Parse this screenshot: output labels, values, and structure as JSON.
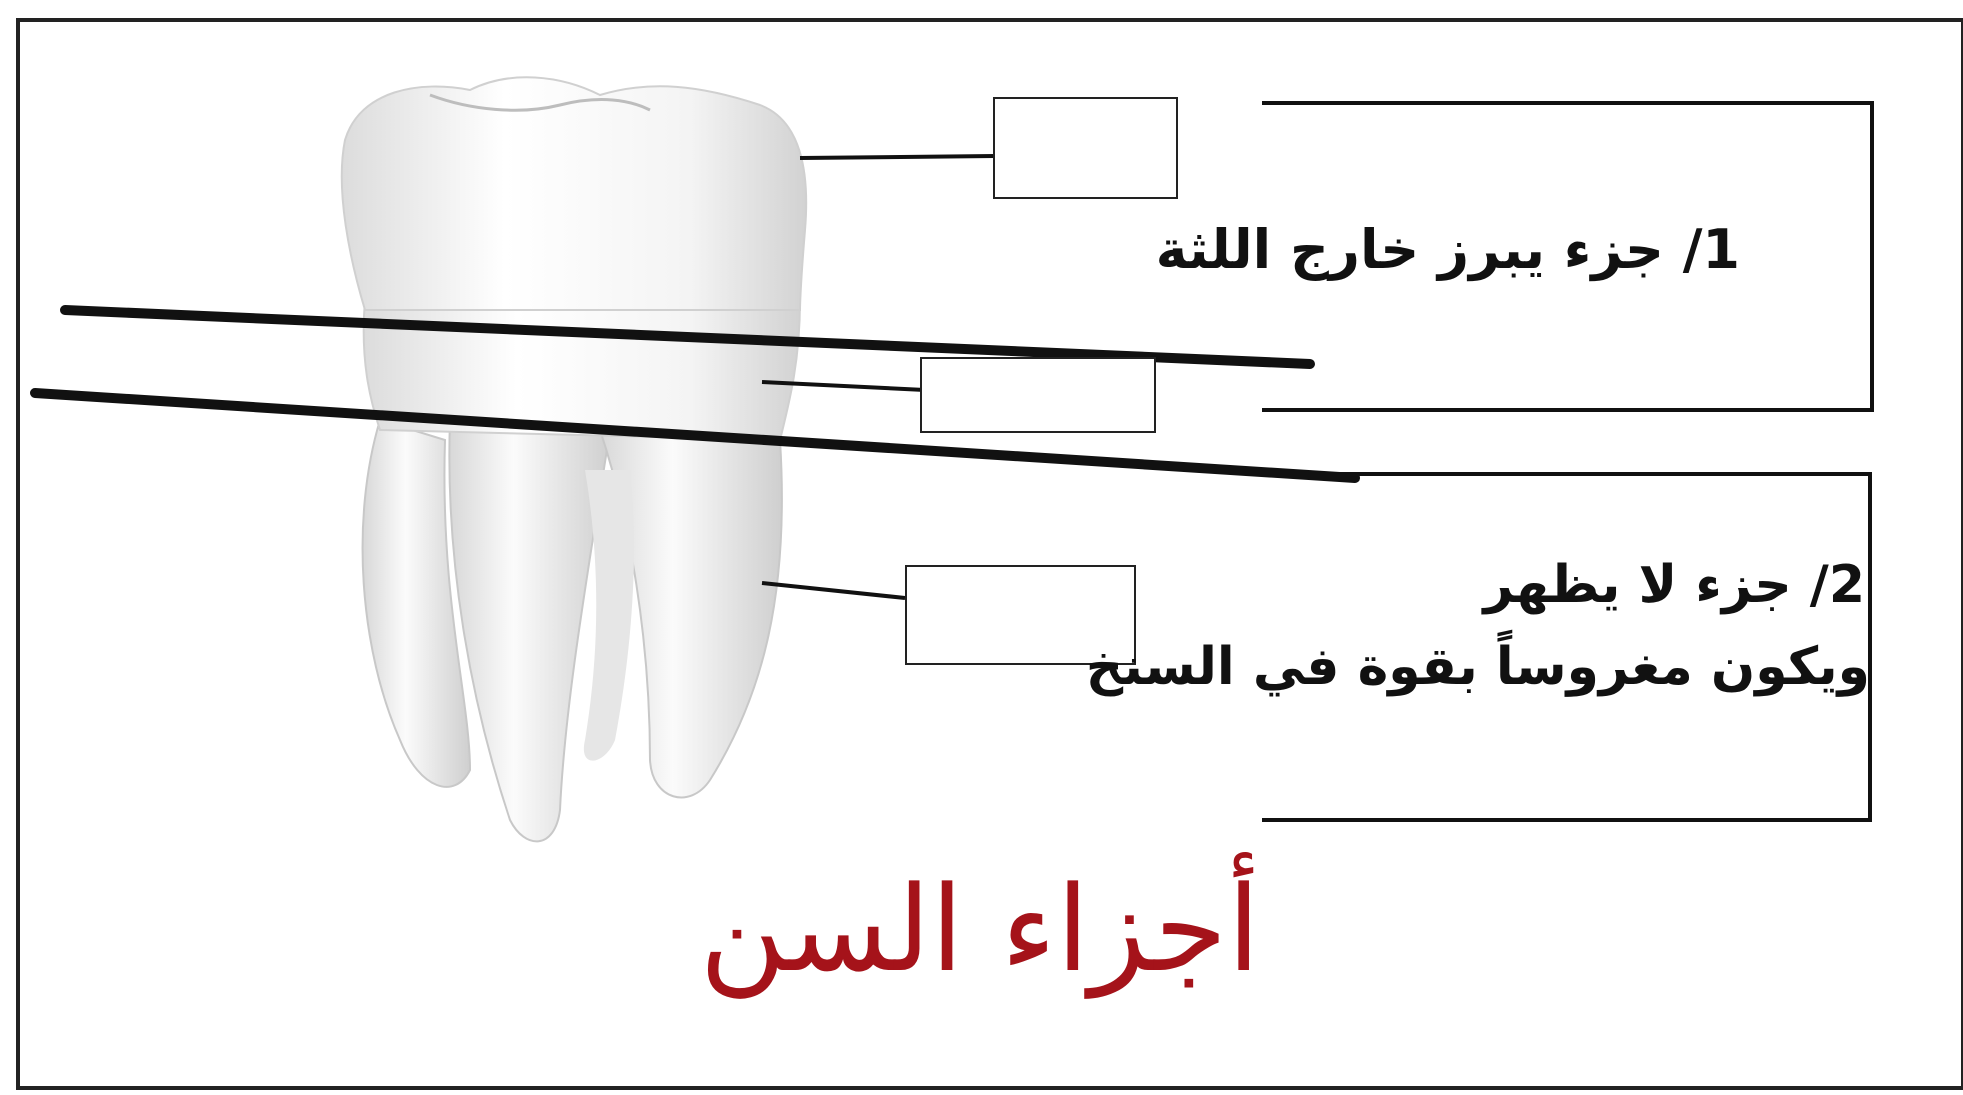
{
  "title": "أجزاء السن",
  "descriptions": {
    "part1": "1/ جزء يبرز خارج اللثة",
    "part2_line1": "2/ جزء لا يظهر",
    "part2_line2": "ويكون مغروساً بقوة في السنخ"
  },
  "answer_boxes": [
    "",
    "",
    ""
  ],
  "colors": {
    "title": "#a5131a",
    "lines": "#111111",
    "tooth": "#f2f2f2"
  }
}
